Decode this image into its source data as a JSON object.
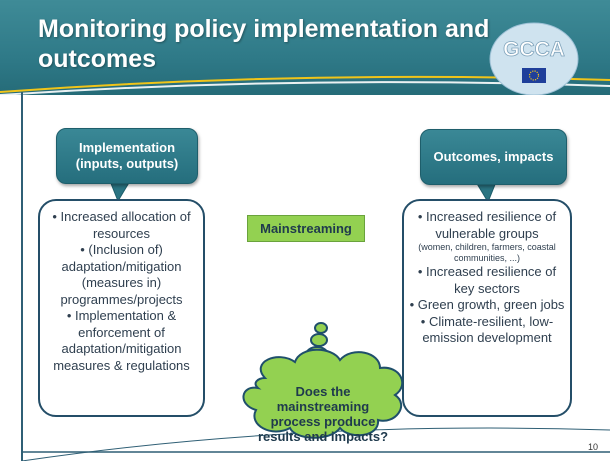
{
  "slide": {
    "title": "Monitoring policy implementation and outcomes",
    "logo_text": "GCCA",
    "page_number": "10"
  },
  "callouts": {
    "left": "Implementation (inputs, outputs)",
    "right": "Outcomes, impacts"
  },
  "left_panel": {
    "items": [
      "• Increased allocation of resources",
      "• (Inclusion of) adaptation/mitigation (measures in) programmes/projects",
      "• Implementation & enforcement of adaptation/mitigation measures & regulations"
    ]
  },
  "right_panel": {
    "item1": "• Increased resilience of vulnerable groups",
    "item1_note": "(women, children, farmers, coastal communities, ...)",
    "item2": "• Increased resilience of key sectors",
    "item3": "• Green growth, green jobs",
    "item4": "• Climate-resilient, low-emission development"
  },
  "center": {
    "mainstreaming_label": "Mainstreaming",
    "question": "Does the mainstreaming process produce results and impacts?"
  },
  "colors": {
    "header": "#2f7a88",
    "callout": "#2e7d8c",
    "panel_border": "#244e68",
    "mainstream_green": "#93d151",
    "cloud_green": "#93d151"
  }
}
